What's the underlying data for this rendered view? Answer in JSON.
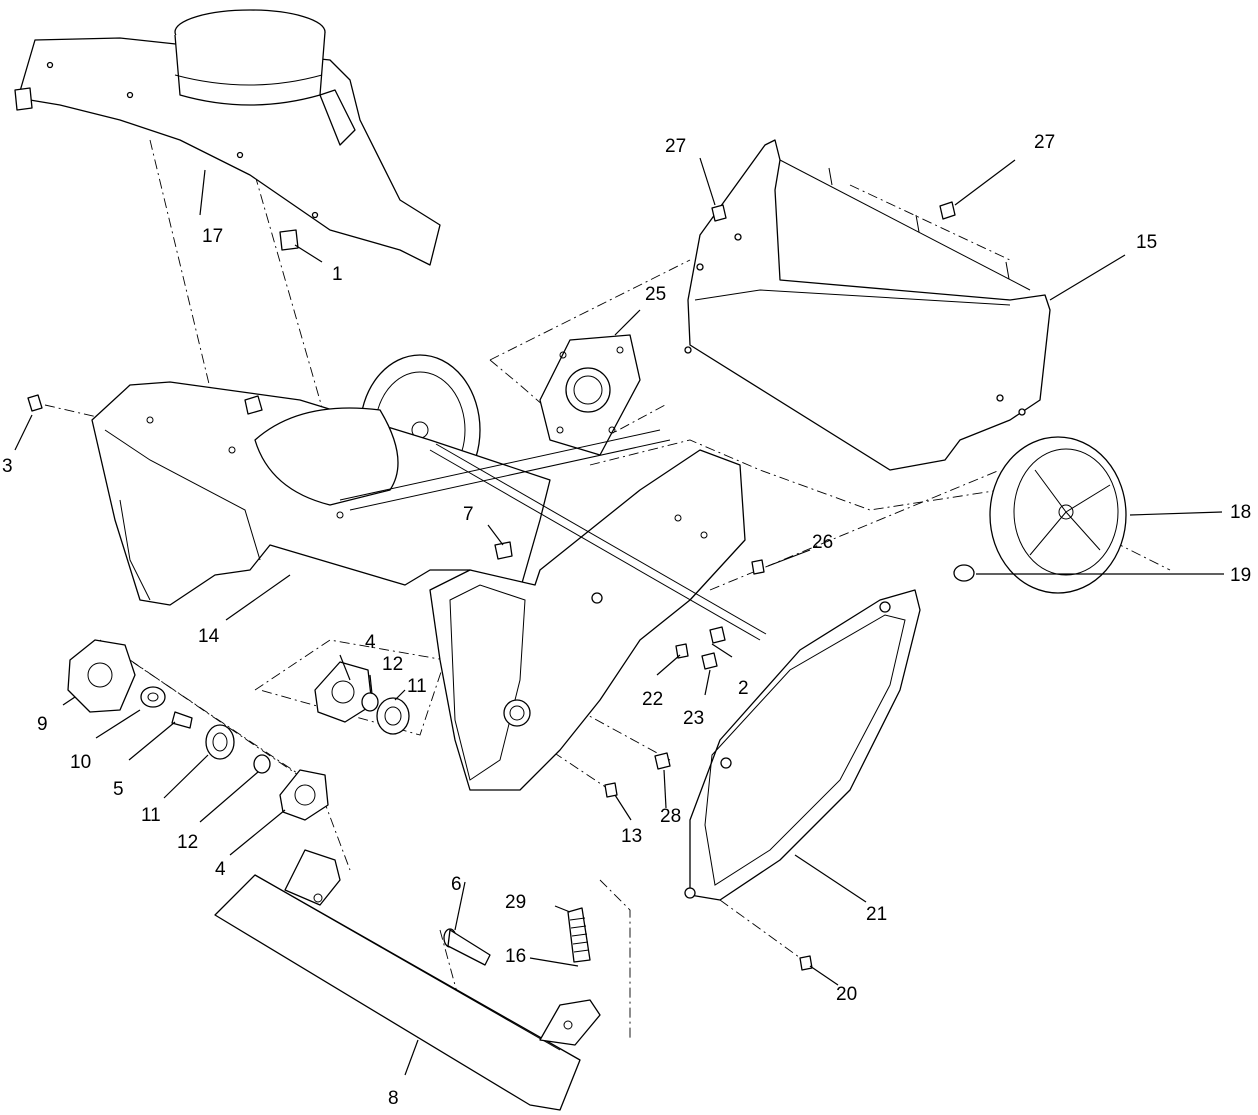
{
  "callouts": {
    "c1": "1",
    "c2": "2",
    "c3": "3",
    "c4a": "4",
    "c4b": "4",
    "c5": "5",
    "c6": "6",
    "c7": "7",
    "c8": "8",
    "c9": "9",
    "c10": "10",
    "c11a": "11",
    "c11b": "11",
    "c12a": "12",
    "c12b": "12",
    "c13": "13",
    "c14": "14",
    "c15": "15",
    "c16": "16",
    "c17": "17",
    "c18": "18",
    "c19": "19",
    "c20": "20",
    "c21": "21",
    "c22": "22",
    "c23": "23",
    "c25": "25",
    "c26": "26",
    "c27a": "27",
    "c27b": "27",
    "c28": "28",
    "c29": "29"
  }
}
